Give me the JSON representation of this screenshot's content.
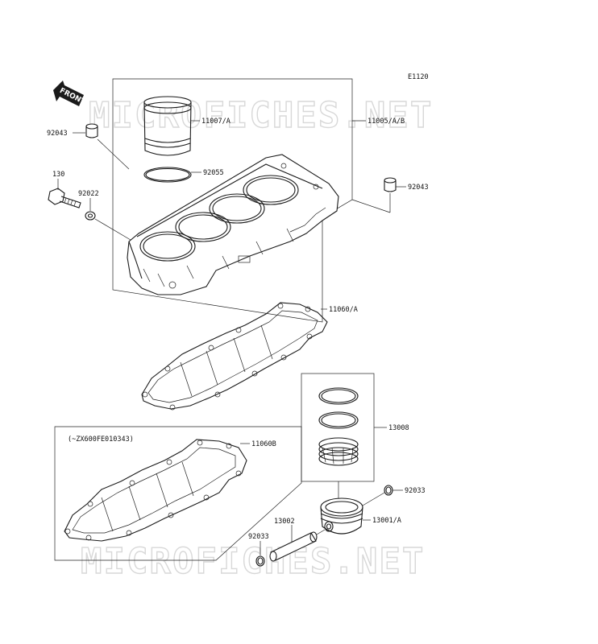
{
  "diagram_code": "E1120",
  "front_arrow_label": "FRONT",
  "watermark_top": "MICROFICHES.NET",
  "watermark_bottom": "MICROFICHES.NET",
  "variant_note": "(~ZX600FE010343)",
  "parts": {
    "p11007": "11007/A",
    "p11005": "11005/A/B",
    "p92043_left": "92043",
    "p92043_right": "92043",
    "p92055": "92055",
    "p130": "130",
    "p92022": "92022",
    "p11060a": "11060/A",
    "p13008": "13008",
    "p11060b": "11060B",
    "p92033_right": "92033",
    "p13001": "13001/A",
    "p13002": "13002",
    "p92033_left": "92033"
  }
}
